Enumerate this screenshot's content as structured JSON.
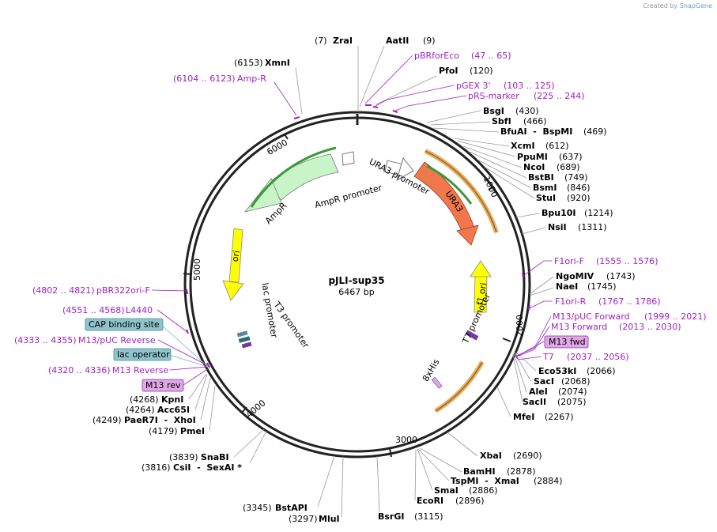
{
  "credit": {
    "prefix": "Created by",
    "brand": "SnapGene"
  },
  "plasmid": {
    "name": "pJLI-sup35",
    "length": "6467 bp"
  },
  "colors": {
    "backbone": "#222222",
    "leader": "#999999",
    "primer": "#a020c0",
    "feature_blue": "#8fc4cc",
    "feature_pink": "#e0a6e6",
    "AmpR": "#c8f5c8",
    "ori": "#ffff00",
    "URA3": "#f0784c"
  },
  "ticks": [
    "1000",
    "2000",
    "3000",
    "4000",
    "5000",
    "6000"
  ],
  "features": {
    "AmpR": "AmpR",
    "AmpR_promoter": "AmpR promoter",
    "URA3_promoter": "URA3 promoter",
    "URA3": "URA3",
    "ori": "ori",
    "f1_ori": "f1 ori",
    "lac_promoter": "lac promoter",
    "T3_promoter": "T3 promoter",
    "T7_promoter": "T7 promoter",
    "8xHis": "8xHis"
  },
  "sites": [
    {
      "pos": "(7)",
      "name": "ZraI"
    },
    {
      "pos": "(9)",
      "name": "AatII"
    },
    {
      "pos": "(6153)",
      "name": "XmnI"
    },
    {
      "pos": "(120)",
      "name": "PfoI"
    },
    {
      "pos": "(430)",
      "name": "BsgI"
    },
    {
      "pos": "(466)",
      "name": "SbfI"
    },
    {
      "pos": "(469)",
      "name": "BfuAI  -  BspMI"
    },
    {
      "pos": "(612)",
      "name": "XcmI"
    },
    {
      "pos": "(637)",
      "name": "PpuMI"
    },
    {
      "pos": "(689)",
      "name": "NcoI"
    },
    {
      "pos": "(749)",
      "name": "BstBI"
    },
    {
      "pos": "(846)",
      "name": "BsmI"
    },
    {
      "pos": "(920)",
      "name": "StuI"
    },
    {
      "pos": "(1214)",
      "name": "Bpu10I"
    },
    {
      "pos": "(1311)",
      "name": "NsiI"
    },
    {
      "pos": "(1743)",
      "name": "NgoMIV"
    },
    {
      "pos": "(1745)",
      "name": "NaeI"
    },
    {
      "pos": "(2066)",
      "name": "Eco53kI"
    },
    {
      "pos": "(2068)",
      "name": "SacI"
    },
    {
      "pos": "(2074)",
      "name": "AleI"
    },
    {
      "pos": "(2075)",
      "name": "SacII"
    },
    {
      "pos": "(2267)",
      "name": "MfeI"
    },
    {
      "pos": "(2690)",
      "name": "XbaI"
    },
    {
      "pos": "(2878)",
      "name": "BamHI"
    },
    {
      "pos": "(2884)",
      "name": "TspMI  -  XmaI"
    },
    {
      "pos": "(2886)",
      "name": "SmaI"
    },
    {
      "pos": "(2896)",
      "name": "EcoRI"
    },
    {
      "pos": "(3115)",
      "name": "BsrGI"
    },
    {
      "pos": "(3297)",
      "name": "MluI"
    },
    {
      "pos": "(3345)",
      "name": "BstAPI"
    },
    {
      "pos": "(3816)",
      "name": "CsiI  -  SexAI *"
    },
    {
      "pos": "(3839)",
      "name": "SnaBI"
    },
    {
      "pos": "(4179)",
      "name": "PmeI"
    },
    {
      "pos": "(4249)",
      "name": "PaeR7I  -  XhoI"
    },
    {
      "pos": "(4264)",
      "name": "Acc65I"
    },
    {
      "pos": "(4268)",
      "name": "KpnI"
    }
  ],
  "primers": [
    {
      "name": "pBRforEco",
      "range": "(47 .. 65)"
    },
    {
      "name": "Amp-R",
      "range": "(6104 .. 6123)"
    },
    {
      "name": "pGEX 3'",
      "range": "(103 .. 125)"
    },
    {
      "name": "pRS-marker",
      "range": "(225 .. 244)"
    },
    {
      "name": "F1ori-F",
      "range": "(1555 .. 1576)"
    },
    {
      "name": "F1ori-R",
      "range": "(1767 .. 1786)"
    },
    {
      "name": "M13/pUC Forward",
      "range": "(1999 .. 2021)"
    },
    {
      "name": "M13 Forward",
      "range": "(2013 .. 2030)"
    },
    {
      "name": "T7",
      "range": "(2037 .. 2056)"
    },
    {
      "name": "pBR322ori-F",
      "range": "(4802 .. 4821)"
    },
    {
      "name": "L4440",
      "range": "(4551 .. 4568)"
    },
    {
      "name": "M13/pUC Reverse",
      "range": "(4333 .. 4355)"
    },
    {
      "name": "M13 Reverse",
      "range": "(4320 .. 4336)"
    }
  ],
  "badges": {
    "m13_fwd": "M13 fwd",
    "m13_rev": "M13 rev",
    "cap_site": "CAP binding site",
    "lac_operator": "lac operator"
  }
}
